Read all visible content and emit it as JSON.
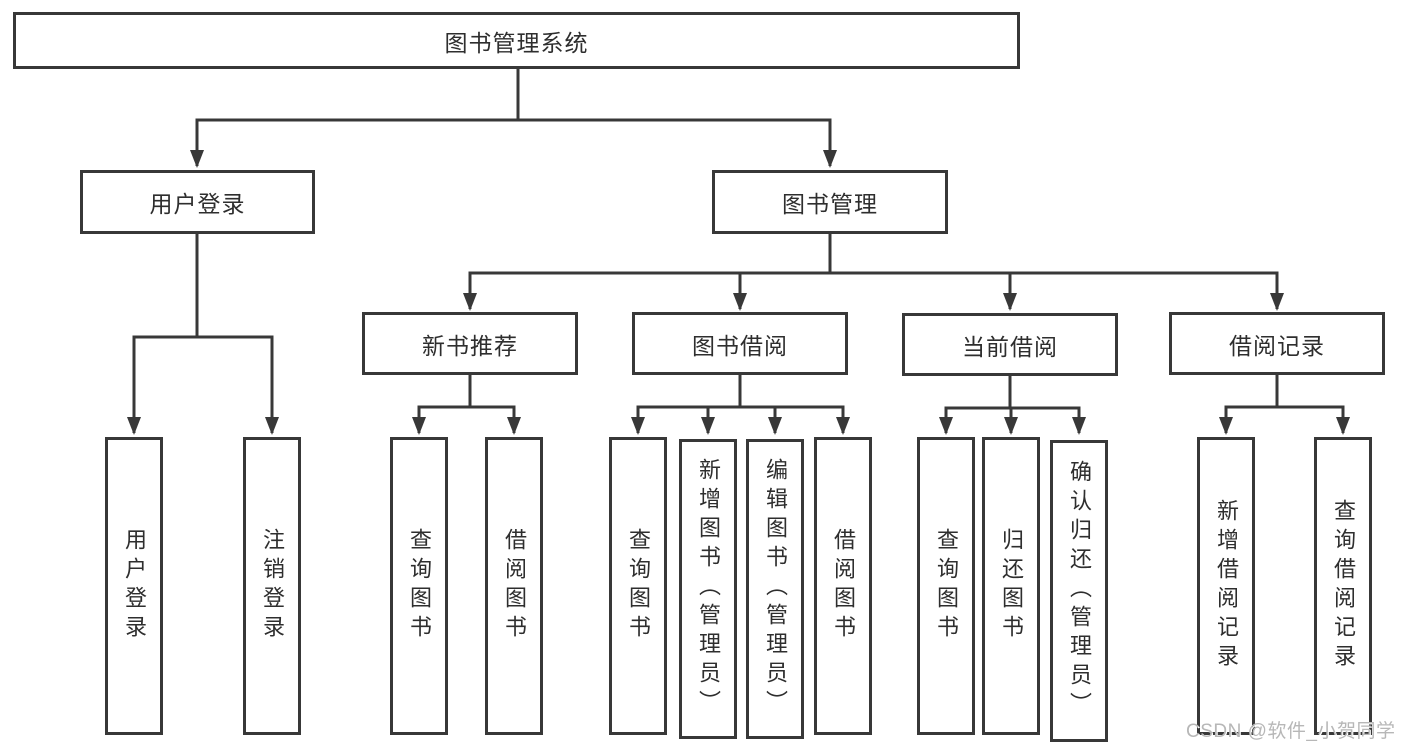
{
  "diagram": {
    "title_node": {
      "label": "图书管理系统"
    },
    "branches": [
      {
        "label": "用户登录",
        "parent": "图书管理系统"
      },
      {
        "label": "图书管理",
        "parent": "图书管理系统"
      },
      {
        "label": "新书推荐",
        "parent": "图书管理"
      },
      {
        "label": "图书借阅",
        "parent": "图书管理"
      },
      {
        "label": "当前借阅",
        "parent": "图书管理"
      },
      {
        "label": "借阅记录",
        "parent": "图书管理"
      }
    ],
    "leaves": [
      {
        "label": "用户登录",
        "parent": "用户登录"
      },
      {
        "label": "注销登录",
        "parent": "用户登录"
      },
      {
        "label": "查询图书",
        "parent": "新书推荐"
      },
      {
        "label": "借阅图书",
        "parent": "新书推荐"
      },
      {
        "label": "查询图书",
        "parent": "图书借阅"
      },
      {
        "label": "新增图书（管理员）",
        "parent": "图书借阅"
      },
      {
        "label": "编辑图书（管理员）",
        "parent": "图书借阅"
      },
      {
        "label": "借阅图书",
        "parent": "图书借阅"
      },
      {
        "label": "查询图书",
        "parent": "当前借阅"
      },
      {
        "label": "归还图书",
        "parent": "当前借阅"
      },
      {
        "label": "确认归还（管理员）",
        "parent": "当前借阅"
      },
      {
        "label": "新增借阅记录",
        "parent": "借阅记录"
      },
      {
        "label": "查询借阅记录",
        "parent": "借阅记录"
      }
    ]
  },
  "watermark": {
    "text": "CSDN @软件_小贺同学"
  },
  "colors": {
    "line": "#383838",
    "box_border": "#383838",
    "box_fill": "#ffffff",
    "text": "#2e2e2e",
    "watermark": "#b7b7b7",
    "background": "#ffffff"
  }
}
